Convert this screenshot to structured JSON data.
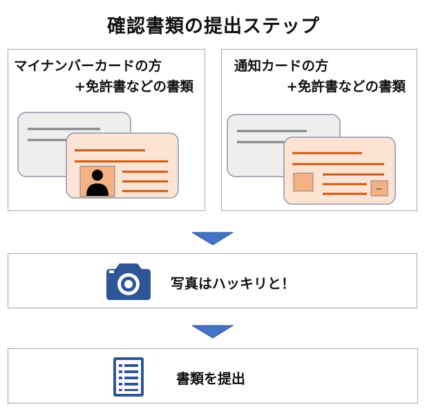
{
  "title": "確認書類の提出ステップ",
  "panels": [
    {
      "line1": "マイナンバーカードの方",
      "line2": "+免許書などの書類"
    },
    {
      "line1": "通知カードの方",
      "line2": "+免許書などの書類"
    }
  ],
  "steps": [
    {
      "label": "写真はハッキリと！",
      "icon": "camera-icon"
    },
    {
      "label": "書類を提出",
      "icon": "document-list-icon"
    }
  ],
  "colors": {
    "card_front_fill": "#fde3d4",
    "card_accent": "#c55a11",
    "photo_fill": "#f4b183",
    "card_back_fill": "#eeeeee",
    "arrow_fill": "#4472c4",
    "icon_blue": "#2f5597",
    "border": "#9aa7b8"
  }
}
